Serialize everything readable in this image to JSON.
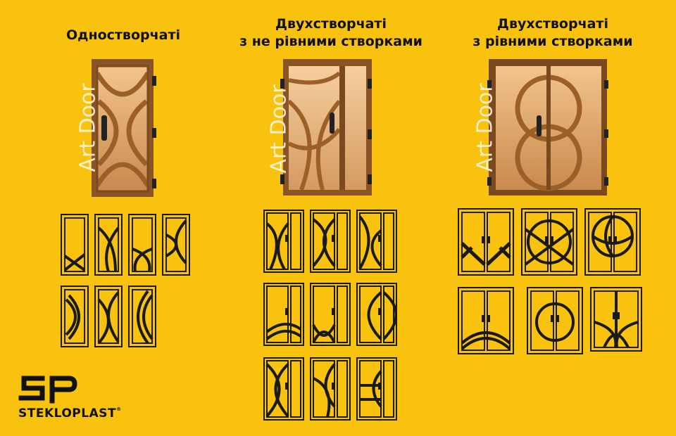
{
  "columns": [
    {
      "title_lines": [
        "Одностворчаті"
      ]
    },
    {
      "title_lines": [
        "Двухстворчаті",
        "з не рівними створками"
      ]
    },
    {
      "title_lines": [
        "Двухстворчаті",
        "з рівними створками"
      ]
    }
  ],
  "watermark": "Art Door",
  "brand": {
    "name": "STEKLOPLAST",
    "mark": "®"
  },
  "colors": {
    "background": "#f8c20e",
    "wood": "#a0622a",
    "glass": "#e0a86a",
    "line": "#1a1a1a"
  }
}
